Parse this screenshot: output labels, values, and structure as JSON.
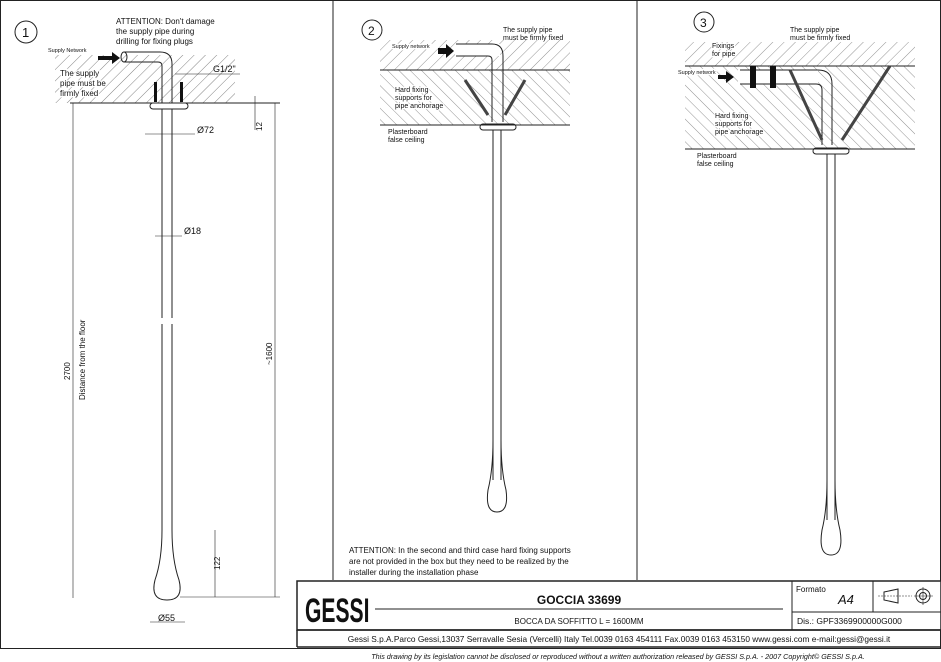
{
  "panel1": {
    "number": "1",
    "attention": [
      "ATTENTION: Don't damage",
      "the supply pipe during",
      "drilling for fixing plugs"
    ],
    "supply_network": "Supply Network",
    "pipe_fixed": [
      "The supply",
      "pipe must be",
      "firmly fixed"
    ],
    "thread": "G1/2\"",
    "dim_12": "12",
    "dim_d72": "Ø72",
    "dim_d18": "Ø18",
    "dim_2700": "2700",
    "floor_label": "Distance from the floor",
    "dim_1600": "~1600",
    "dim_122": "122",
    "dim_d55": "Ø55"
  },
  "panel2": {
    "number": "2",
    "supply_network": "Supply network",
    "pipe_fixed": [
      "The supply pipe",
      "must be firmly fixed"
    ],
    "hard_fixing": [
      "Hard fixing",
      "supports for",
      "pipe anchorage"
    ],
    "plasterboard": [
      "Plasterboard",
      "false ceiling"
    ]
  },
  "panel3": {
    "number": "3",
    "fixings": [
      "Fixings",
      "for pipe"
    ],
    "supply_network": "Supply network",
    "pipe_fixed": [
      "The supply pipe",
      "must be firmly fixed"
    ],
    "hard_fixing": [
      "Hard fixing",
      "supports for",
      "pipe anchorage"
    ],
    "plasterboard": [
      "Plasterboard",
      "false ceiling"
    ]
  },
  "attention_note": [
    "ATTENTION: In the second and third case hard fixing supports",
    "are not provided in the box but they need to be realized by the",
    "installer during the installation phase"
  ],
  "title_block": {
    "logo": "GESSI",
    "title": "GOCCIA 33699",
    "subtitle": "BOCCA DA SOFFITTO L = 1600MM",
    "format_label": "Formato",
    "format_value": "A4",
    "drawing_no": "Dis.: GPF3369900000G000",
    "address": "Gessi S.p.A.Parco Gessi,13037 Serravalle Sesia (Vercelli) Italy Tel.0039 0163 454111 Fax.0039 0163 453150 www.gessi.com e-mail:gessi@gessi.it",
    "copyright": "This drawing by its legislation cannot be disclosed or reproduced without a written authorization released by GESSI S.p.A. - 2007 Copyright© GESSI S.p.A."
  }
}
